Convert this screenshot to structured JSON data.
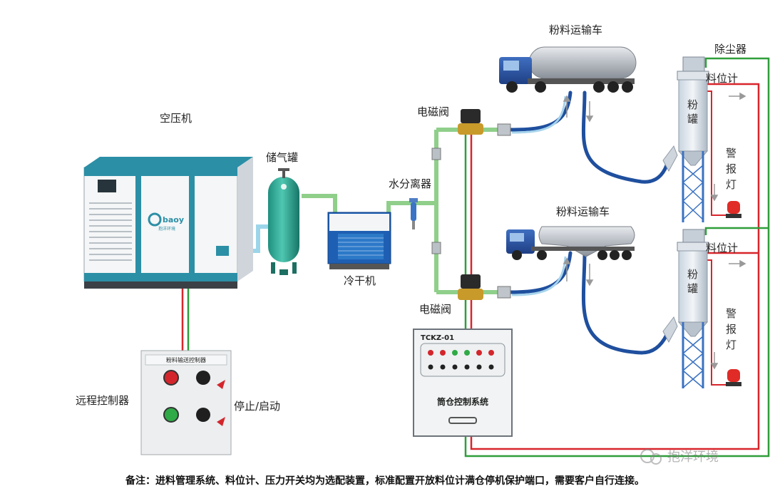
{
  "labels": {
    "air_compressor": "空压机",
    "air_tank": "储气罐",
    "water_separator": "水分离器",
    "dryer": "冷干机",
    "solenoid_valve_top": "电磁阀",
    "solenoid_valve_bottom": "电磁阀",
    "truck_top": "粉料运输车",
    "truck_bottom": "粉料运输车",
    "dust_collector": "除尘器",
    "level_meter_top": "料位计",
    "level_meter_bottom": "料位计",
    "silo_top": [
      "粉",
      "罐"
    ],
    "silo_bottom": [
      "粉",
      "罐"
    ],
    "alarm_top": [
      "警",
      "报",
      "灯"
    ],
    "alarm_bottom": [
      "警",
      "报",
      "灯"
    ],
    "remote_controller": "远程控制器",
    "stop_start": "停止/启动",
    "remote_panel_title": "粉料输送控制器",
    "control_cabinet_model": "TCKZ-01",
    "control_cabinet_name": "筒仓控制系统",
    "compressor_brand": "baoy",
    "compressor_brand_sub": "抱洋环境",
    "watermark": "抱洋环境"
  },
  "note": "备注：进料管理系统、料位计、压力开关均为选配装置，标准配置开放料位计满仓停机保护端口，需要客户自行连接。",
  "colors": {
    "pipe_green": "#8fcf8a",
    "wire_red": "#d8252b",
    "wire_green": "#2f9e3a",
    "hose_blue": "#1f4f9e",
    "equipment_teal": "#2aa596",
    "compressor_trim": "#2b8fa6"
  }
}
